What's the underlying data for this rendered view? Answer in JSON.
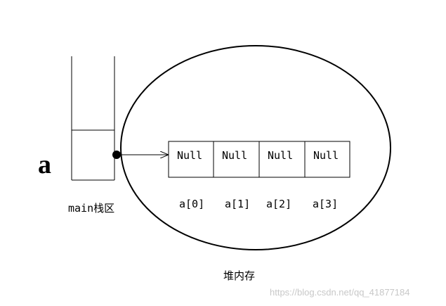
{
  "variable_name": "a",
  "stack_label": "main栈区",
  "heap_label": "堆内存",
  "array_cells": [
    "Null",
    "Null",
    "Null",
    "Null"
  ],
  "array_indices": [
    "a[0]",
    "a[1]",
    "a[2]",
    "a[3]"
  ],
  "watermark": "https://blog.csdn.net/qq_41877184"
}
